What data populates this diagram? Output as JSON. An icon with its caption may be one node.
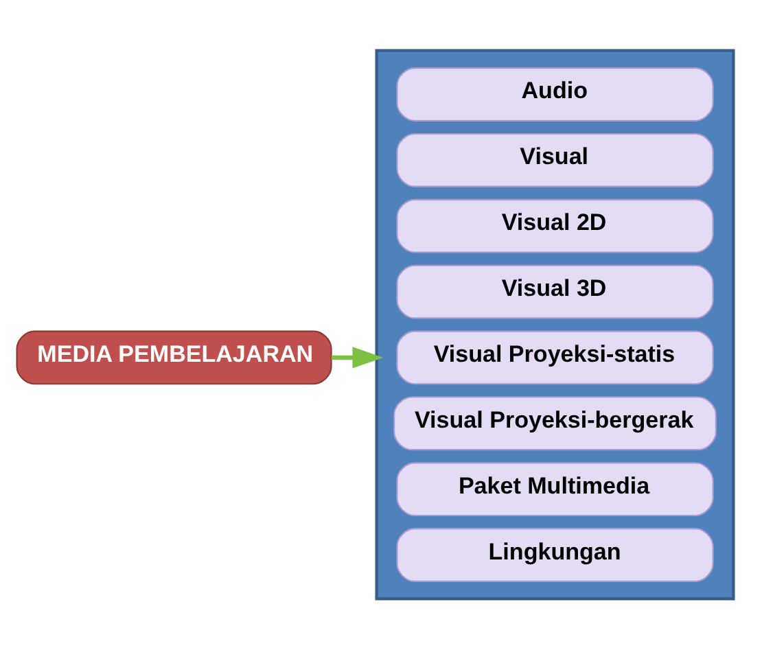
{
  "diagram": {
    "nodes": [
      {
        "text": [
          "MEDIA PEMBELAJARAN"
        ]
      },
      {
        "text": [],
        "shape": "box"
      },
      {
        "text": [
          "Audio"
        ],
        "in": 1
      },
      {
        "text": [
          "Visual"
        ],
        "in": 1
      },
      {
        "text": [
          "Visual 2D"
        ],
        "in": 1
      },
      {
        "text": [
          "Visual 3D"
        ],
        "in": 1
      },
      {
        "text": [
          "Visual Proyeksi-statis"
        ],
        "in": 1
      },
      {
        "text": [
          "Visual Proyeksi-bergerak"
        ],
        "in": 1
      },
      {
        "text": [
          "Paket Multimedia"
        ],
        "in": 1
      },
      {
        "text": [
          "Lingkungan"
        ],
        "in": 1
      }
    ],
    "edges": [
      {
        "from": 0,
        "to": 1,
        "arrow": "to",
        "color": "#7cc142"
      }
    ]
  }
}
